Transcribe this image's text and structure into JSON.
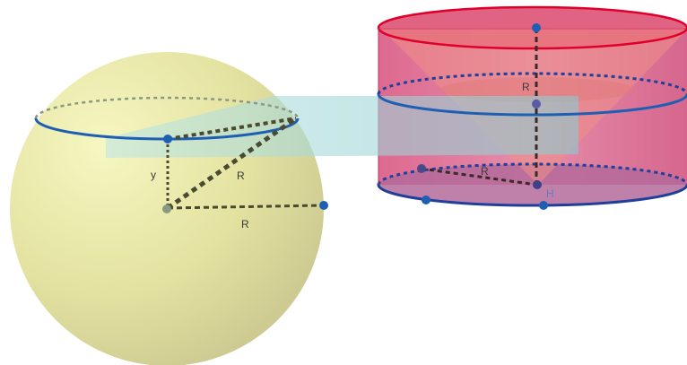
{
  "scene": {
    "labels": {
      "sphere_y": "y",
      "sphere_R_slant": "R",
      "sphere_R_horizontal": "R",
      "cylinder_R_vertical": "R",
      "cylinder_R_base": "R",
      "cylinder_H": "H"
    },
    "colors": {
      "sphere": "#e6e6a0",
      "cylinder": "#d44a78",
      "cylinder_top_rim": "#e0002a",
      "cross_section_rim": "#1f5fb3",
      "slab": "#8fd3d6",
      "point": "#1f5fb3",
      "dashed_segment": "#404030"
    },
    "icons": [
      "sphere-solid",
      "cylinder-solid",
      "inscribed-cone",
      "cross-section-slab"
    ]
  }
}
